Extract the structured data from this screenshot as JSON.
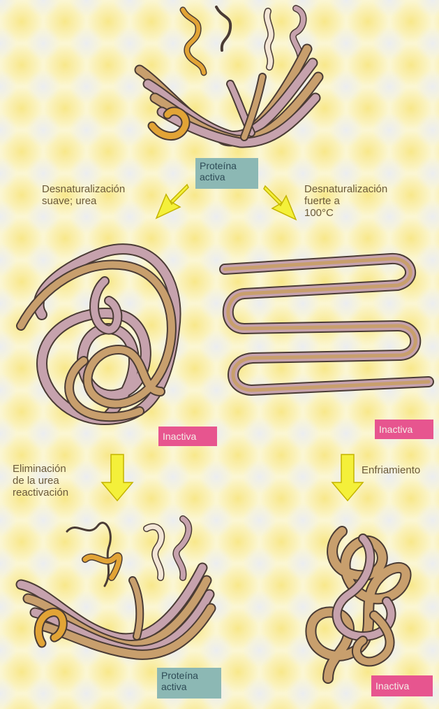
{
  "colors": {
    "background": "#fbf6d2",
    "background_spots": "#f8e787",
    "background_haze": "#eef0f4",
    "arrow_fill": "#f4f03a",
    "arrow_stroke": "#c4b400",
    "strand_mauve": "#c6a2ad",
    "strand_tan": "#c89f6d",
    "strand_orange": "#e2a436",
    "strand_outline": "#4a3b34",
    "label_active_bg": "#8cb8b4",
    "label_inactive_bg": "#e7558f",
    "text": "#6b5a3a"
  },
  "labels": {
    "active_top": "Proteína\nactiva",
    "mild_denaturation": "Desnaturalización\nsuave; urea",
    "strong_denaturation": "Desnaturalización\nfuerte a\n100°C",
    "inactive_left": "Inactiva",
    "inactive_right": "Inactiva",
    "urea_removal": "Eliminación\nde la urea\nreactivación",
    "cooling": "Enfriamiento",
    "active_bottom": "Proteína\nactiva",
    "inactive_bottom": "Inactiva"
  },
  "icons": {
    "down_arrow": "down-arrow-icon",
    "diagonal_arrow": "diagonal-arrow-icon"
  }
}
